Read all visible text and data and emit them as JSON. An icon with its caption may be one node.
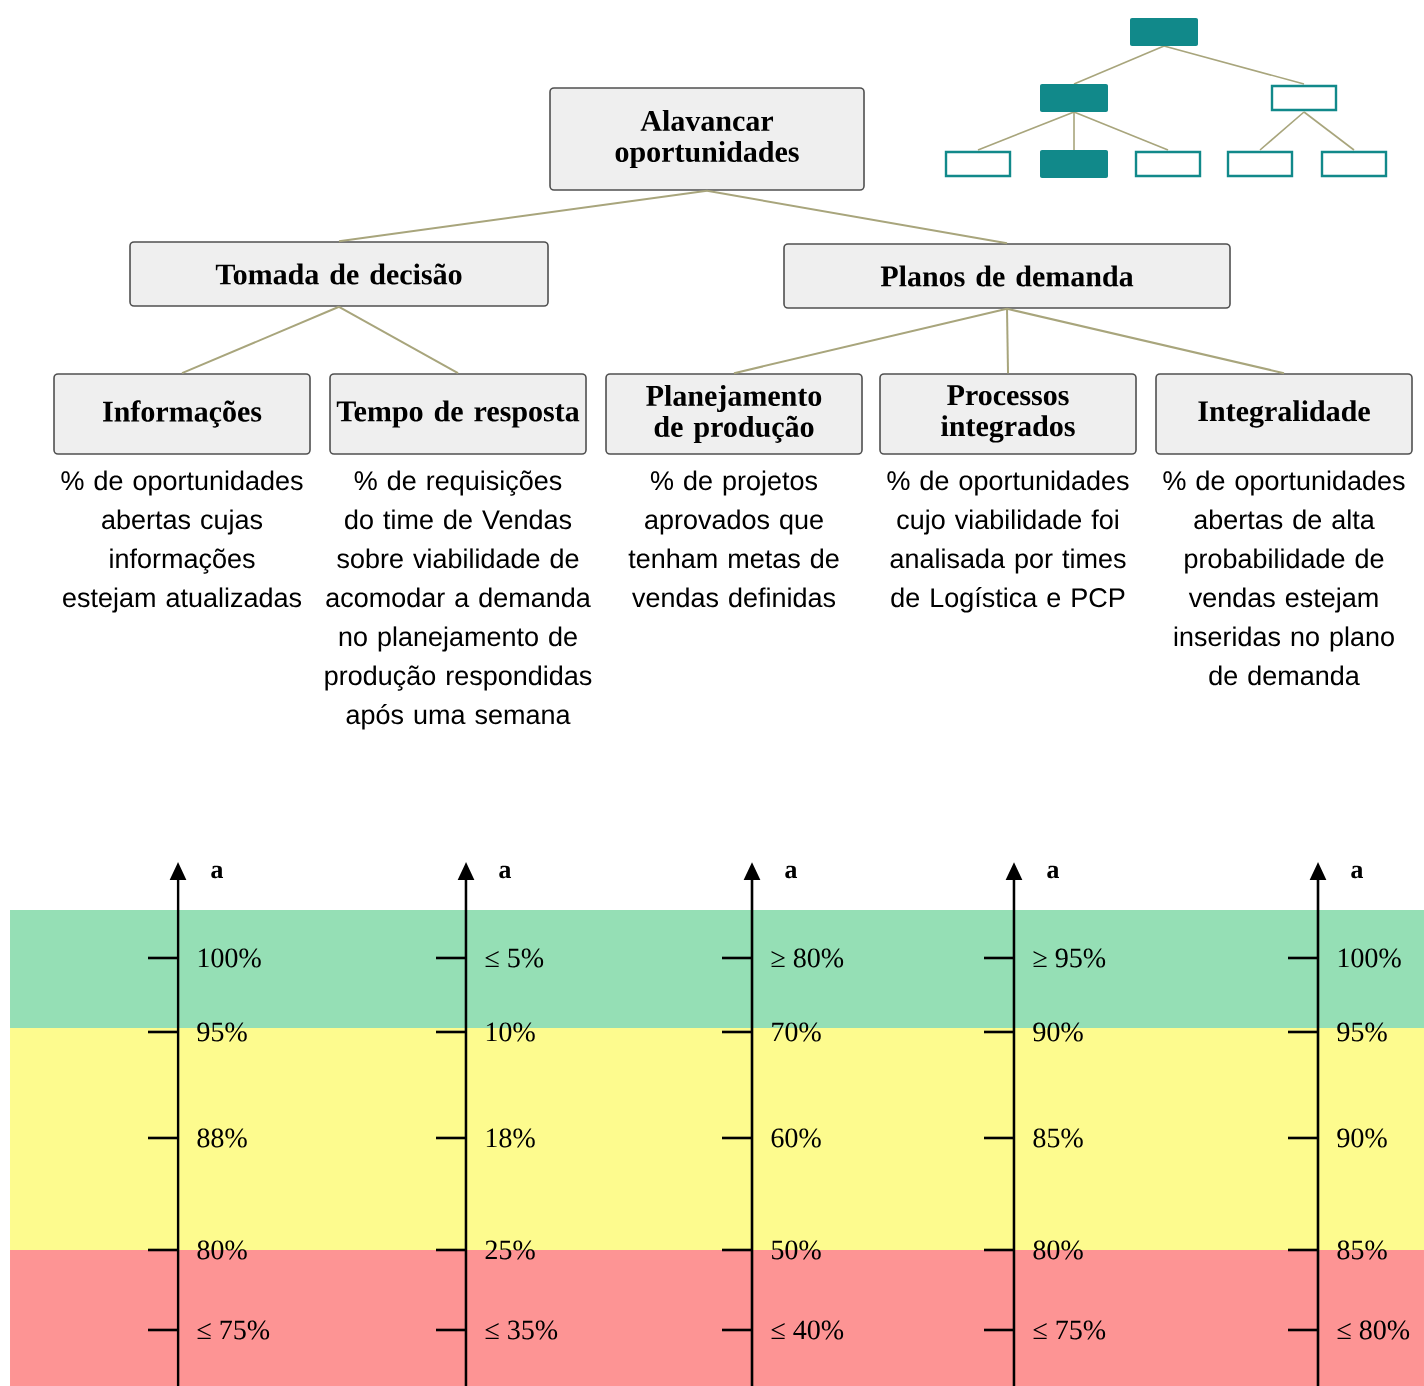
{
  "diagram": {
    "nodes": [
      {
        "text": [
          "Alavancar oportunidades"
        ]
      },
      {
        "text": [
          "Tomada de decisão"
        ]
      },
      {
        "text": [
          "Planos de demanda"
        ]
      },
      {
        "text": [
          "Informações"
        ],
        "beside": [
          "% de oportunidades abertas cujas informações estejam atualizadas"
        ]
      },
      {
        "text": [
          "Tempo de resposta"
        ],
        "beside": [
          "% de requisições do time de Vendas sobre viabilidade de acomodar a demanda no planejamento de produção respondidas após uma semana"
        ]
      },
      {
        "text": [
          "Planejamento de produção"
        ],
        "beside": [
          "% de projetos aprovados que tenham metas de vendas definidas"
        ]
      },
      {
        "text": [
          "Processos integrados"
        ],
        "beside": [
          "% de oportunidades cujo viabilidade foi analisada por times de Logística e PCP"
        ]
      },
      {
        "text": [
          "Integralidade"
        ],
        "beside": [
          "% de oportunidades abertas de alta probabilidade de vendas estejam inseridas no plano de demanda"
        ]
      }
    ],
    "edges": [
      {
        "from": 0,
        "to": 1,
        "arrow": "none"
      },
      {
        "from": 0,
        "to": 2,
        "arrow": "none"
      },
      {
        "from": 1,
        "to": 3,
        "arrow": "none"
      },
      {
        "from": 1,
        "to": 4,
        "arrow": "none"
      },
      {
        "from": 2,
        "to": 5,
        "arrow": "none"
      },
      {
        "from": 2,
        "to": 6,
        "arrow": "none"
      },
      {
        "from": 2,
        "to": 7,
        "arrow": "none"
      }
    ],
    "labels": [
      "a",
      "a",
      "a",
      "a",
      "a",
      "100%",
      "≤ 5%",
      "≥ 80%",
      "≥ 95%",
      "100%",
      "95%",
      "10%",
      "70%",
      "90%",
      "95%",
      "88%",
      "18%",
      "60%",
      "85%",
      "90%",
      "80%",
      "25%",
      "50%",
      "80%",
      "85%",
      "≤ 75%",
      "≤ 35%",
      "≤ 40%",
      "≤ 75%",
      "≤ 80%"
    ]
  }
}
